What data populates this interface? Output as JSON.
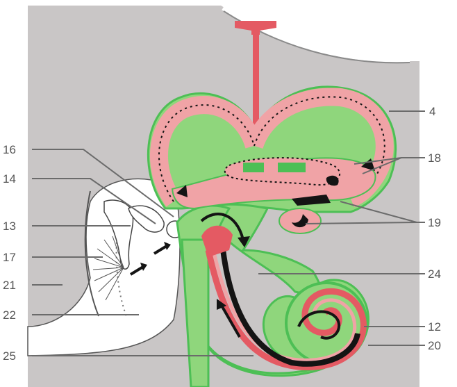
{
  "colors": {
    "background": "#c9c6c6",
    "green": "#4dbf55",
    "green_light": "#8fd67c",
    "pink": "#f0a3a6",
    "red": "#e45a63",
    "black": "#141414",
    "leader": "#6b6b6b"
  },
  "labels": {
    "l4": "4",
    "l16": "16",
    "l14": "14",
    "l13": "13",
    "l17": "17",
    "l21": "21",
    "l22": "22",
    "l25": "25",
    "l18": "18",
    "l19": "19",
    "l24": "24",
    "l12": "12",
    "l20": "20"
  }
}
